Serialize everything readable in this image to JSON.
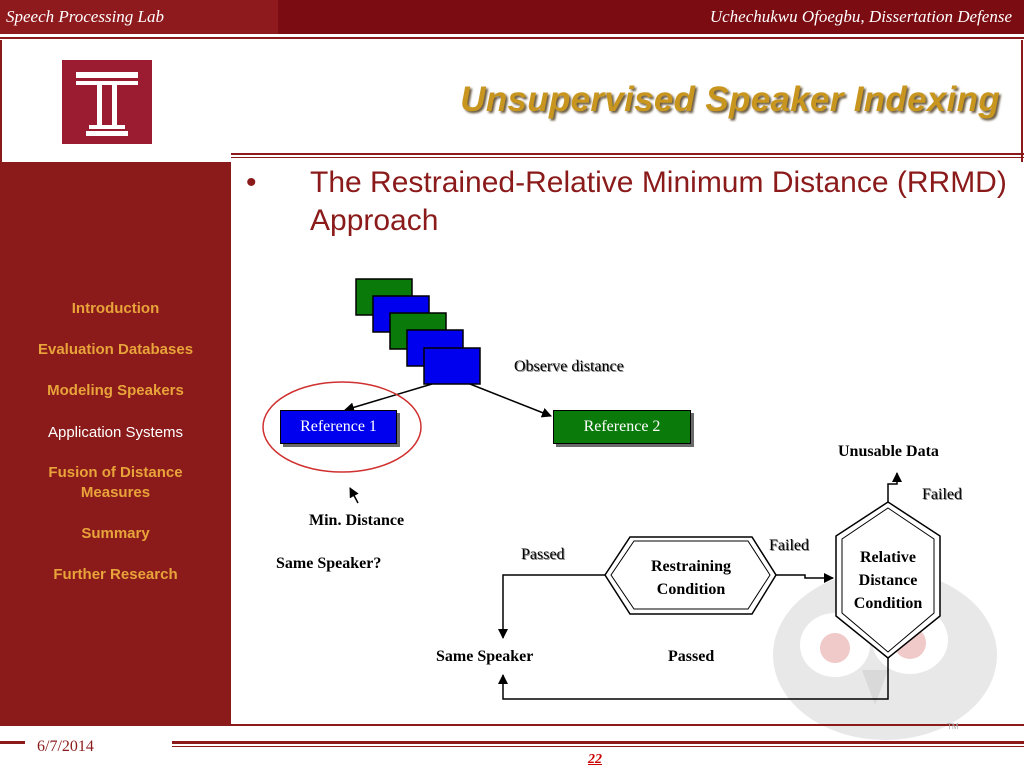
{
  "header": {
    "lab": "Speech Processing Lab",
    "author": "Uchechukwu Ofoegbu, Dissertation Defense"
  },
  "slide": {
    "title": "Unsupervised Speaker Indexing",
    "bullet": "The Restrained-Relative Minimum Distance (RRMD) Approach"
  },
  "sidebar": {
    "items": [
      {
        "label": "Introduction",
        "active": false
      },
      {
        "label": "Evaluation Databases",
        "active": false
      },
      {
        "label": "Modeling Speakers",
        "active": false
      },
      {
        "label": "Application Systems",
        "active": true
      },
      {
        "label": "Fusion of Distance Measures",
        "active": false
      },
      {
        "label": "Summary",
        "active": false
      },
      {
        "label": "Further Research",
        "active": false
      }
    ]
  },
  "diagram": {
    "observe_distance": "Observe distance",
    "reference1": "Reference 1",
    "reference2": "Reference 2",
    "min_distance": "Min. Distance",
    "same_speaker_q": "Same Speaker?",
    "passed_left": "Passed",
    "restraining": "Restraining Condition",
    "failed_mid": "Failed",
    "relative": "Relative Distance Condition",
    "failed_top": "Failed",
    "unusable": "Unusable Data",
    "same_speaker": "Same Speaker",
    "passed_bottom": "Passed"
  },
  "footer": {
    "date": "6/7/2014",
    "page": "22",
    "tm": "TM"
  },
  "colors": {
    "maroon": "#8b1a1a",
    "gold": "#c8961e",
    "nav_gold": "#e8a33a",
    "box_blue": "#0000ee",
    "box_green": "#0a7a0a"
  }
}
